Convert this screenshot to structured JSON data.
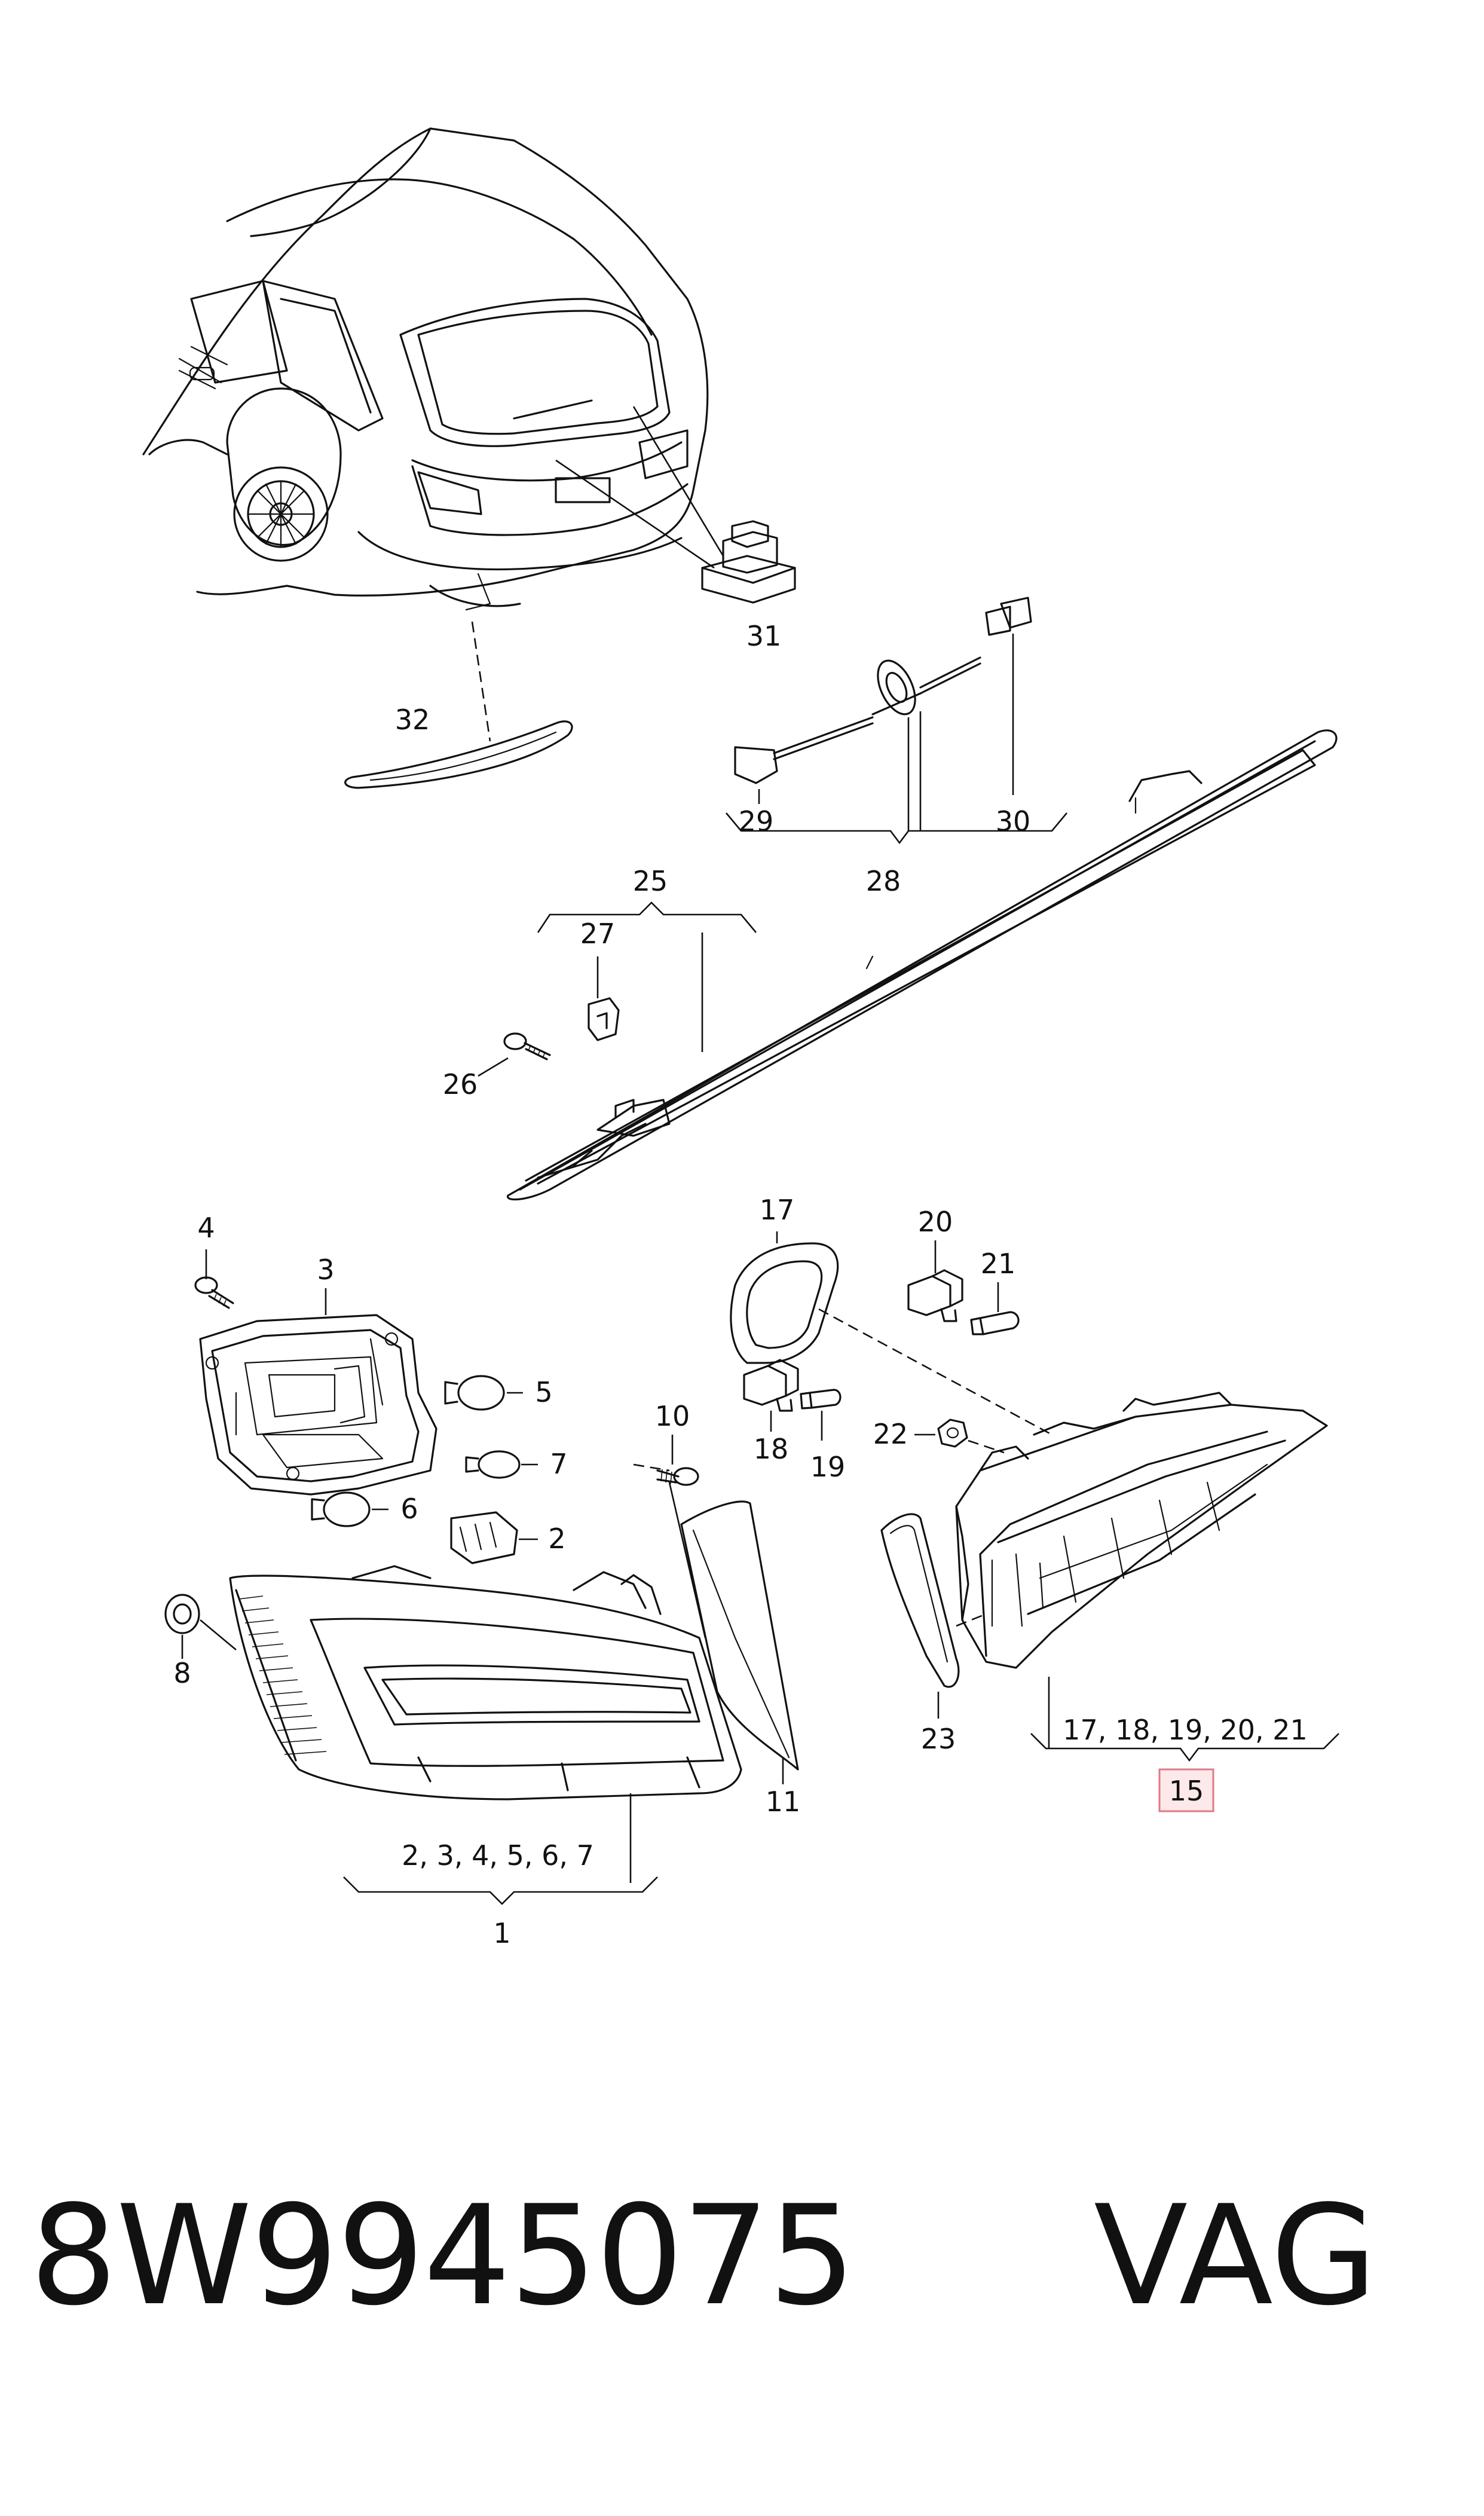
{
  "callouts": {
    "c1": "1",
    "c2": "2",
    "c3": "3",
    "c4": "4",
    "c5": "5",
    "c6": "6",
    "c7": "7",
    "c8": "8",
    "c10": "10",
    "c11": "11",
    "c15": "15",
    "c17": "17",
    "c18": "18",
    "c19": "19",
    "c20": "20",
    "c21": "21",
    "c22": "22",
    "c23": "23",
    "c25": "25",
    "c26": "26",
    "c27": "27",
    "c28": "28",
    "c29": "29",
    "c30": "30",
    "c31": "31",
    "c32": "32"
  },
  "groups": {
    "group_1_members": "2, 3, 4, 5, 6, 7",
    "group_15_members": "17, 18, 19, 20, 21"
  },
  "footer": {
    "part_number": "8W9945075",
    "brand": "VAG"
  },
  "colors": {
    "line": "#111111",
    "highlight_box_stroke": "#e07a86",
    "highlight_box_fill": "#fde8ea"
  }
}
